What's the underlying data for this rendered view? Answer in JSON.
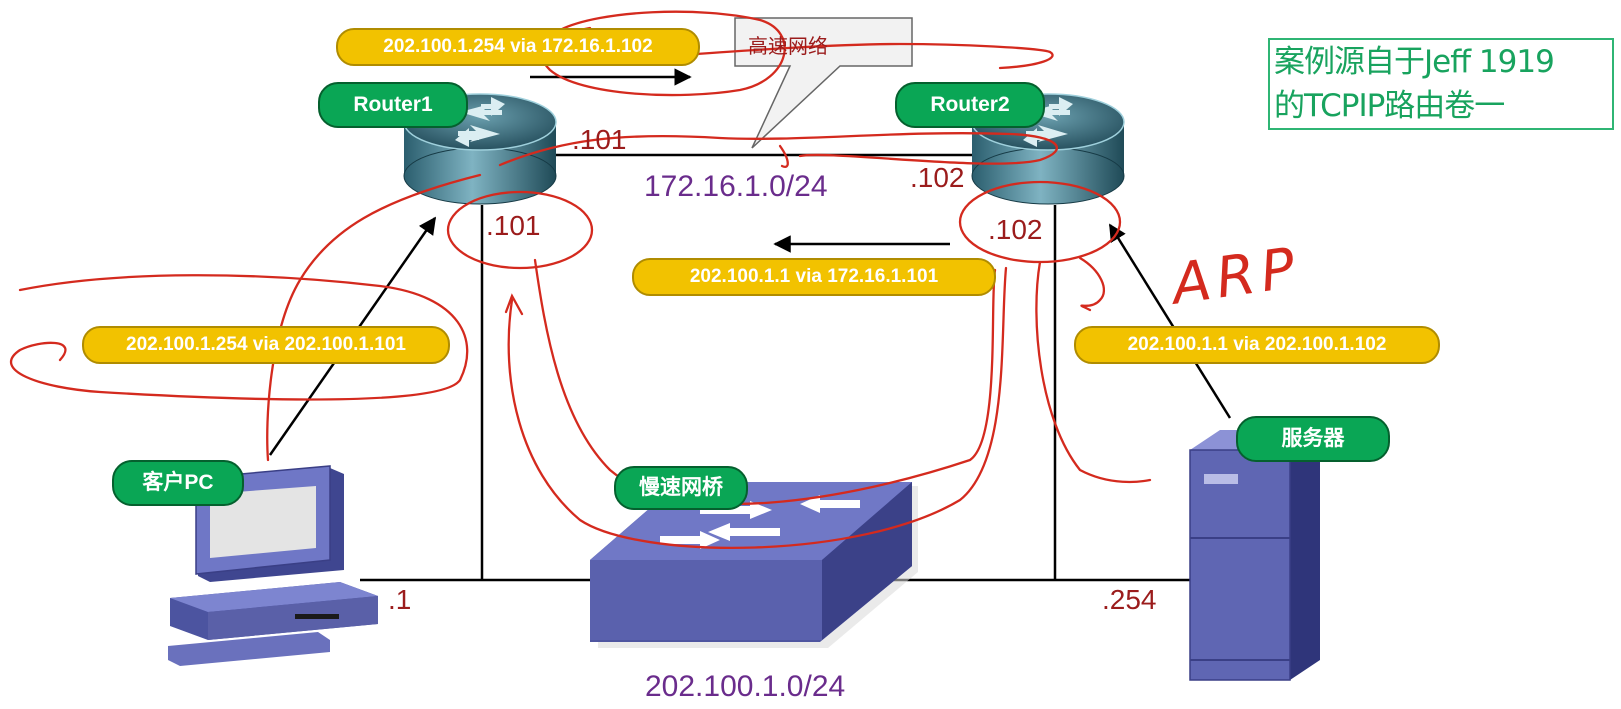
{
  "callout": {
    "text": "高速网络"
  },
  "source_note": {
    "line1": "案例源自于Jeff 1919",
    "line2": "的TCPIP路由卷一"
  },
  "devices": {
    "router1": "Router1",
    "router2": "Router2",
    "client": "客户PC",
    "bridge": "慢速网桥",
    "server": "服务器"
  },
  "routes": {
    "top": "202.100.1.254 via 172.16.1.102",
    "middle": "202.100.1.1 via 172.16.1.101",
    "client": "202.100.1.254 via 202.100.1.101",
    "server": "202.100.1.1 via 202.100.1.102"
  },
  "addresses": {
    "r1_fast": ".101",
    "r1_slow": ".101",
    "r2_fast": ".102",
    "r2_slow": ".102",
    "client": ".1",
    "server": ".254"
  },
  "networks": {
    "fast": "172.16.1.0/24",
    "slow": "202.100.1.0/24"
  },
  "annotation": {
    "handwritten": "ARP"
  },
  "colors": {
    "pill": "#f2c200",
    "device_label": "#0aa655",
    "ip_text": "#9b1c1c",
    "network_text": "#6a2c8c",
    "ink": "#d42a1e",
    "device_body": "#5a60a8"
  }
}
